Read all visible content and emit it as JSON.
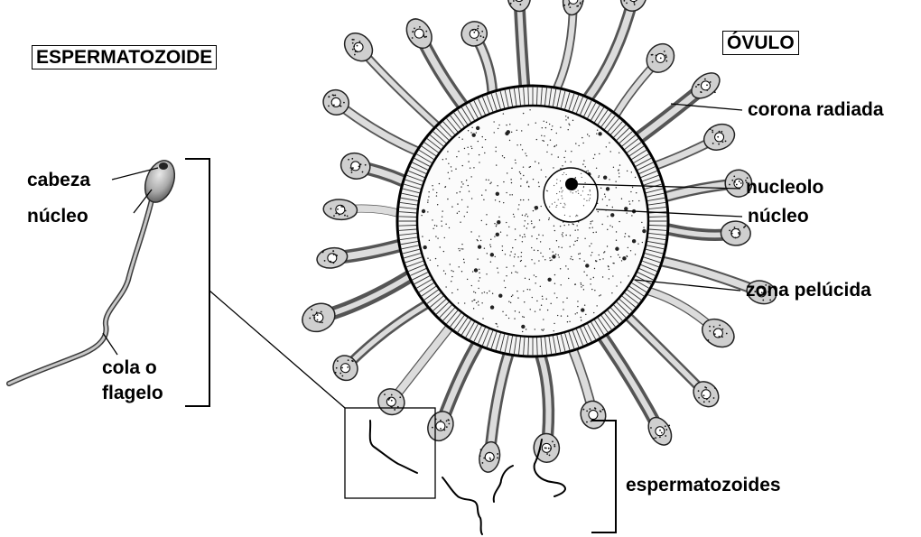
{
  "titles": {
    "sperm": "ESPERMATOZOIDE",
    "ovum": "ÓVULO"
  },
  "sperm_labels": {
    "head": "cabeza",
    "nucleus": "núcleo",
    "tail_line1": "cola o",
    "tail_line2": "flagelo"
  },
  "ovum_labels": {
    "corona": "corona radiada",
    "nucleolus": "nucleolo",
    "nucleus": "núcleo",
    "zona": "zona pelúcida"
  },
  "group_label": "espermatozoides"
}
